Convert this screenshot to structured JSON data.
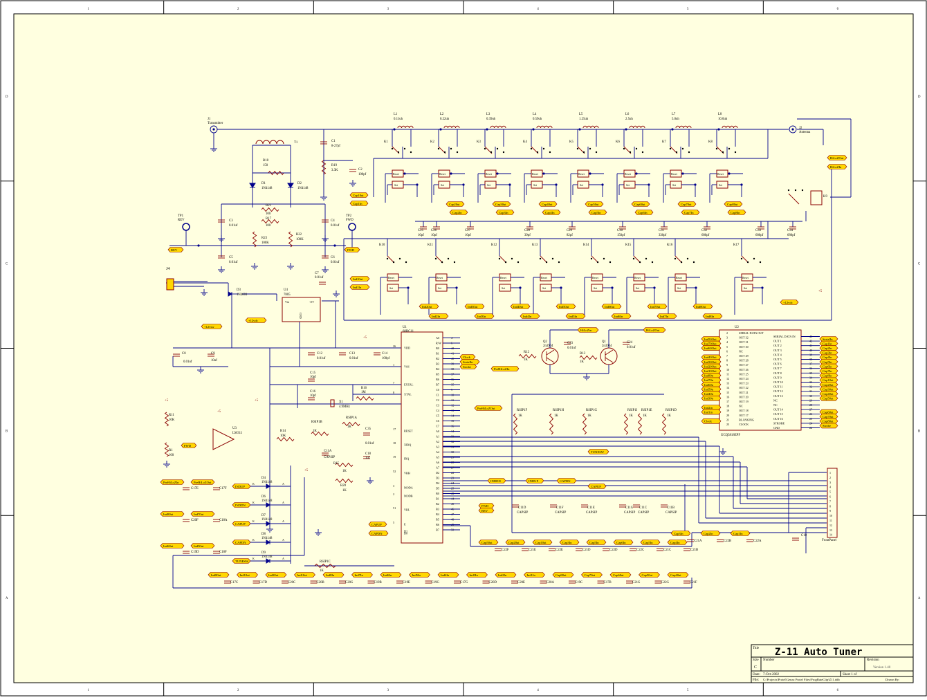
{
  "title_block": {
    "title_label": "Title",
    "title": "Z-11 Auto Tuner",
    "revision_label": "Revision",
    "revision": "Version 1.40",
    "size_label": "Size",
    "size": "C",
    "number_label": "Number",
    "date_label": "Date:",
    "date": "7-Oct-2002",
    "sheet_label": "Sheet 1 of",
    "file_label": "File:",
    "file": "C:\\Projects\\Protel\\Genac Protel Files\\ProgRateClip\\Z11.ddb",
    "drawn_label": "Drawn By:"
  },
  "border": {
    "col_numbers": [
      "1",
      "2",
      "3",
      "4",
      "5",
      "6"
    ],
    "row_letters": [
      "D",
      "C",
      "B",
      "A"
    ]
  },
  "inductors": [
    {
      "ref": "L1",
      "value": "0.11uh"
    },
    {
      "ref": "L2",
      "value": "0.22uh"
    },
    {
      "ref": "L3",
      "value": "0.39uh"
    },
    {
      "ref": "L4",
      "value": "0.59uh"
    },
    {
      "ref": "L5",
      "value": "1.25uh"
    },
    {
      "ref": "L6",
      "value": "2.5uh"
    },
    {
      "ref": "L7",
      "value": "5.0uh"
    },
    {
      "ref": "L8",
      "value": "10.0uh"
    }
  ],
  "relays_top": [
    "K1",
    "K2",
    "K3",
    "K4",
    "K5",
    "K6",
    "K7",
    "K8"
  ],
  "relays_bottom": [
    "K10",
    "K11",
    "K12",
    "K13",
    "K14",
    "K15",
    "K16",
    "K17"
  ],
  "caps_mid": [
    {
      "ref": "C25",
      "value": "10pf"
    },
    {
      "ref": "C26",
      "value": "10pf"
    },
    {
      "ref": "C27",
      "value": "10pf"
    },
    {
      "ref": "C28",
      "value": "39pf"
    },
    {
      "ref": "C29",
      "value": "82pf"
    },
    {
      "ref": "C30",
      "value": "150pf"
    },
    {
      "ref": "C31",
      "value": "330pf"
    },
    {
      "ref": "C32",
      "value": "680pf"
    },
    {
      "ref": "C33",
      "value": "680pf"
    },
    {
      "ref": "C34",
      "value": "680pf"
    }
  ],
  "connectors": {
    "j1": "J1",
    "j1_name": "Transmitter",
    "j2": "J2",
    "j2_name": "Antenna",
    "j4": "J4",
    "tp1": "TP1",
    "tp1_name": "REV",
    "tp2": "TP2",
    "tp2_name": "FWD",
    "j5_name": "FrontPanel"
  },
  "parts": {
    "t1": "T1",
    "c1": "C1",
    "c1_val": "8-27pf",
    "r19": "R19",
    "r19_val": "3.3K",
    "c2": "C2",
    "c2_val": "100pf",
    "r18": "R18",
    "r18_val": "150",
    "d1": "D1",
    "d1_val": "1N4148",
    "d2": "D2",
    "d2_val": "1N4148",
    "r21": "R21",
    "r21_val": "100",
    "r17": "R17",
    "r17_val": "100",
    "c3": "C3",
    "c3_val": "0.01uf",
    "c4": "C4",
    "c4_val": "0.01uf",
    "r23": "R23",
    "r23_val": "100K",
    "r22": "R22",
    "r22_val": "100K",
    "c5": "C5",
    "c5_val": "0.01uf",
    "c6": "C6",
    "c6_val": "0.01uf",
    "c7": "C7",
    "c7_val": "0.01uf",
    "d3": "D3",
    "d3_val": "1N4001",
    "u4": "U4",
    "u4_val": "7805",
    "u4_vin": "Vin",
    "u4_out": "+5V",
    "u4_gnd": "GND",
    "c8": "C8",
    "c8_val": "0.01uf",
    "c9": "C9",
    "c9_val": "10uf",
    "c12": "C12",
    "c12_val": "0.01uf",
    "c13": "C13",
    "c13_val": "0.01uf",
    "c14": "C14",
    "c14_val": "100pf",
    "c15": "C15",
    "c15_val": "10pf",
    "c16": "C16",
    "c16_val": "10pf",
    "x1": "X1",
    "x1_val": "4.9MHz",
    "r16": "R16",
    "r16_val": "1M",
    "u1": "U1",
    "u1_val": "68HC11",
    "u2": "U2",
    "u2_val": "UCQ5818EPF",
    "u3": "U3",
    "u3_val": "LM311",
    "r11": "R11",
    "r11_val": "10K",
    "r1": "R1",
    "r1_val": "100",
    "r14": "R14",
    "r14_val": "10K",
    "q1": "Q1",
    "q1_val": "2n3904",
    "q2": "Q2",
    "q2_val": "2n3904",
    "r12": "R12",
    "r12_val": "1K",
    "r13": "R13",
    "r13_val": "1K",
    "c23": "C23",
    "c23_val": "0.01uf",
    "c24": "C24",
    "c24_val": "0.01uf",
    "r15": "R15",
    "r15_val": "1K",
    "r20": "R20",
    "r20_val": "1K",
    "c18": "C18",
    "c18_val": "1uf",
    "c35": "C35",
    "c35_val": "0.01uf",
    "c10": "C10",
    "k9": "K9"
  },
  "u1_pins_left": [
    {
      "name": "VDD",
      "num": "26"
    },
    {
      "name": "VSS",
      "num": "1"
    },
    {
      "name": "EXTAL",
      "num": "7"
    },
    {
      "name": "XTAL",
      "num": "8"
    },
    {
      "name": "RESET",
      "num": "17"
    },
    {
      "name": "XIRQ",
      "num": "18"
    },
    {
      "name": "IRQ",
      "num": "19"
    },
    {
      "name": "VRH",
      "num": "52"
    },
    {
      "name": "MODA",
      "num": "3"
    },
    {
      "name": "MODB",
      "num": "2"
    },
    {
      "name": "VRL",
      "num": "51"
    },
    {
      "name": "E",
      "num": "5"
    },
    {
      "name": "D0",
      "num": ""
    },
    {
      "name": "D1",
      "num": ""
    }
  ],
  "u1_pins_right": [
    {
      "name": "AS",
      "num": "4"
    },
    {
      "name": "R/W",
      "num": "6"
    },
    {
      "name": "B0",
      "num": "42"
    },
    {
      "name": "B1",
      "num": "41"
    },
    {
      "name": "B2",
      "num": "40"
    },
    {
      "name": "B3",
      "num": "39"
    },
    {
      "name": "B4",
      "num": "38"
    },
    {
      "name": "B5",
      "num": "37"
    },
    {
      "name": "B6",
      "num": "36"
    },
    {
      "name": "B7",
      "num": "35"
    },
    {
      "name": "C0",
      "num": "9"
    },
    {
      "name": "C1",
      "num": "10"
    },
    {
      "name": "C2",
      "num": "11"
    },
    {
      "name": "C3",
      "num": "12"
    },
    {
      "name": "C4",
      "num": "13"
    },
    {
      "name": "C5",
      "num": "14"
    },
    {
      "name": "C6",
      "num": "15"
    },
    {
      "name": "C7",
      "num": "16"
    },
    {
      "name": "A0",
      "num": "34"
    },
    {
      "name": "A1",
      "num": "33"
    },
    {
      "name": "A2",
      "num": "32"
    },
    {
      "name": "A3",
      "num": "31"
    },
    {
      "name": "A4",
      "num": "30"
    },
    {
      "name": "A5",
      "num": "29"
    },
    {
      "name": "A6",
      "num": "28"
    },
    {
      "name": "A7",
      "num": "27"
    },
    {
      "name": "D2",
      "num": "22"
    },
    {
      "name": "D3",
      "num": "23"
    },
    {
      "name": "D4",
      "num": "24"
    },
    {
      "name": "D5",
      "num": "25"
    },
    {
      "name": "B0",
      "num": "43"
    },
    {
      "name": "B1",
      "num": "44"
    },
    {
      "name": "B2",
      "num": "45"
    },
    {
      "name": "B3",
      "num": "46"
    },
    {
      "name": "B4",
      "num": "47"
    },
    {
      "name": "B5",
      "num": "48"
    },
    {
      "name": "B6",
      "num": "49"
    },
    {
      "name": "B7",
      "num": "50"
    }
  ],
  "u2_left_pins": [
    {
      "name": "SERIAL DATA OUT",
      "num": "2"
    },
    {
      "name": "OUT 32",
      "num": "3"
    },
    {
      "name": "OUT 31",
      "num": "4"
    },
    {
      "name": "OUT 30",
      "num": "5"
    },
    {
      "name": "NC",
      "num": "6"
    },
    {
      "name": "OUT 29",
      "num": "7"
    },
    {
      "name": "OUT 28",
      "num": "8"
    },
    {
      "name": "OUT 27",
      "num": "9"
    },
    {
      "name": "OUT 26",
      "num": "10"
    },
    {
      "name": "OUT 25",
      "num": "11"
    },
    {
      "name": "OUT 24",
      "num": "12"
    },
    {
      "name": "OUT 23",
      "num": "13"
    },
    {
      "name": "OUT 22",
      "num": "14"
    },
    {
      "name": "OUT 21",
      "num": "15"
    },
    {
      "name": "OUT 20",
      "num": "16"
    },
    {
      "name": "OUT 19",
      "num": "17"
    },
    {
      "name": "NC",
      "num": "18"
    },
    {
      "name": "OUT 18",
      "num": "19"
    },
    {
      "name": "OUT 17",
      "num": "20"
    },
    {
      "name": "BLANKING",
      "num": "21"
    },
    {
      "name": "CLOCK",
      "num": "23"
    }
  ],
  "u2_right_pins": [
    {
      "name": "SERIAL DATA IN",
      "num": "43"
    },
    {
      "name": "OUT 1",
      "num": "42"
    },
    {
      "name": "OUT 2",
      "num": "41"
    },
    {
      "name": "OUT 3",
      "num": "40"
    },
    {
      "name": "OUT 4",
      "num": "39"
    },
    {
      "name": "OUT 5",
      "num": "38"
    },
    {
      "name": "OUT 6",
      "num": "37"
    },
    {
      "name": "OUT 7",
      "num": "36"
    },
    {
      "name": "OUT 8",
      "num": "35"
    },
    {
      "name": "OUT 9",
      "num": "34"
    },
    {
      "name": "OUT 10",
      "num": "33"
    },
    {
      "name": "OUT 11",
      "num": "32"
    },
    {
      "name": "OUT 12",
      "num": "31"
    },
    {
      "name": "OUT 13",
      "num": "30"
    },
    {
      "name": "NC",
      "num": "29"
    },
    {
      "name": "NC",
      "num": "28"
    },
    {
      "name": "OUT 14",
      "num": "27"
    },
    {
      "name": "OUT 15",
      "num": "26"
    },
    {
      "name": "OUT 16",
      "num": "25"
    },
    {
      "name": "STROBE",
      "num": "24"
    },
    {
      "name": "GND",
      "num": "22"
    }
  ],
  "u2_left_nets": [
    "Ind50Out",
    "Ind70Out",
    "Ind60Out",
    "",
    "Ind40Out",
    "Ind30Out",
    "Ind20Out",
    "Ind10Out",
    "Ind80n",
    "Ind70n",
    "Ind60n",
    "Ind50n",
    "Ind40n",
    "Ind30n",
    "",
    "Ind2in",
    "Ind1in",
    "",
    "Clock"
  ],
  "u2_right_nets": [
    "SerialIn",
    "Cap1In",
    "Cap2In",
    "Cap3In",
    "Cap4In",
    "Cap5In",
    "Cap6In",
    "Cap7In",
    "Cap8In",
    "Cap10ut",
    "Cap20ut",
    "Cap30ut",
    "Cap40ut",
    "Cap50ut",
    "",
    "",
    "Cap60ut",
    "Cap70ut",
    "Cap80ut",
    "Strobe"
  ],
  "relay_terms": {
    "reset": "Reset",
    "set": "Set"
  },
  "net_labels_top": [
    "Cap10ut",
    "Cap1In",
    "Cap20ut",
    "Cap2In",
    "Cap30ut",
    "Cap3In",
    "Cap40ut",
    "Cap4In",
    "Cap50ut",
    "Cap5In",
    "Cap60ut",
    "Cap6In",
    "Cap70ut",
    "Cap7In",
    "Cap80ut",
    "Cap8In"
  ],
  "net_labels_bottom_a": [
    "Ind10ut",
    "Ind1In",
    "Ind20ut",
    "Ind2In",
    "Ind30ut",
    "Ind3In",
    "Ind40ut",
    "Ind4In",
    "Ind50ut",
    "Ind5In",
    "Ind60ut",
    "Ind6In",
    "Ind70ut",
    "Ind7In",
    "Ind80ut",
    "Ind8In"
  ],
  "hilo": [
    "HiLoZOut",
    "HiLoZIn"
  ],
  "misc_nets": {
    "rev": "REV",
    "fwd": "FWD",
    "plus12": "+12vdc",
    "plus12b": "+12vsw",
    "plus5": "+5",
    "clock": "Clock",
    "serialin": "SerialIn",
    "strobe": "Strobe",
    "prehilo": "PreHiLoZIn",
    "prehilo2": "PreHiLoZOut",
    "indup": "INDUP",
    "inddn": "INDDN",
    "capup": "CAPUP",
    "capdn": "CAPDN",
    "tunesw": "TUNESW",
    "hilozin": "HiLoZin",
    "hilozout": "HiLoZOut"
  },
  "rsip_caps": [
    {
      "ref": "C11D",
      "val": "CAPSIP"
    },
    {
      "ref": "C11F",
      "val": "CAPSIP"
    },
    {
      "ref": "C11E",
      "val": "CAPSIP"
    },
    {
      "ref": "C11G",
      "val": "CAPSIP"
    },
    {
      "ref": "C11C",
      "val": "CAPSIP"
    },
    {
      "ref": "C11B",
      "val": "CAPSIP"
    }
  ],
  "rsip_res": [
    {
      "ref": "RSIP1F",
      "val": "1K"
    },
    {
      "ref": "RSIP1H",
      "val": "1K"
    },
    {
      "ref": "RSIP1G",
      "val": "1K"
    },
    {
      "ref": "RSIP1I",
      "val": "1K"
    },
    {
      "ref": "RSIP1E",
      "val": "1K"
    },
    {
      "ref": "RSIP1D",
      "val": "1K"
    }
  ],
  "switch_diodes": [
    {
      "ref": "D4",
      "val": "1N4148",
      "net": "INDUP"
    },
    {
      "ref": "D6",
      "val": "1N4148",
      "net": "INDDN"
    },
    {
      "ref": "D7",
      "val": "1N4148",
      "net": "CAPUP"
    },
    {
      "ref": "D8",
      "val": "1N4148",
      "net": "CAPDN"
    },
    {
      "ref": "D9",
      "val": "1N4148",
      "net": "TUNESW"
    }
  ],
  "bottom_row1": [
    {
      "net": "Cap50ut",
      "ref": "C22F"
    },
    {
      "net": "Cap20ut",
      "ref": "C21E"
    },
    {
      "net": "Cap10ut",
      "ref": "C22E"
    },
    {
      "net": "Cap3In",
      "ref": "C21D"
    },
    {
      "net": "Cap5In",
      "ref": "C22D"
    },
    {
      "net": "Cap6In",
      "ref": "C22C"
    },
    {
      "net": "Cap5In",
      "ref": "C21C"
    },
    {
      "net": "Cap4In",
      "ref": "C21B"
    },
    {
      "net": "Cap3In",
      "ref": "C21A"
    },
    {
      "net": "Cap2In",
      "ref": "C22B"
    },
    {
      "net": "Cap1In",
      "ref": "C22A"
    }
  ],
  "bottom_row2": [
    {
      "net": "Ind80ut",
      "ref": "C17C"
    },
    {
      "net": "Ind10ut",
      "ref": "C17D"
    },
    {
      "net": "Ind20ut",
      "ref": "C20C"
    },
    {
      "net": "Ind10ut",
      "ref": "C20B"
    },
    {
      "net": "Ind8In",
      "ref": "C20G"
    },
    {
      "net": "Ind7In",
      "ref": "C19B"
    },
    {
      "net": "Ind6In",
      "ref": "C19E"
    },
    {
      "net": "Ind5In",
      "ref": "C19G"
    },
    {
      "net": "Ind4In",
      "ref": "C17G"
    },
    {
      "net": "Ind3In",
      "ref": "C20D"
    },
    {
      "net": "Ind2In",
      "ref": "C20E"
    },
    {
      "net": "Ind1In",
      "ref": "C20A"
    },
    {
      "net": "Cap80ut",
      "ref": "C19C"
    },
    {
      "net": "Cap70ut",
      "ref": "C17B"
    },
    {
      "net": "Cap60ut",
      "ref": "C21G"
    },
    {
      "net": "Cap50ut",
      "ref": "C22G"
    },
    {
      "net": "Cap40ut",
      "ref": "C21F"
    }
  ],
  "left_caps": [
    {
      "net1": "PreHiLoZIn",
      "net2": "PreHiLoZOut",
      "r1": "C17E",
      "r2": "C17F"
    },
    {
      "net1": "Ind80ut",
      "net2": "Ind70ut",
      "r1": "C20F",
      "r2": "C18A"
    },
    {
      "net1": "Ind60ut",
      "net2": "Ind50ut",
      "r1": "C19D",
      "r2": "C18F"
    }
  ],
  "j5_pins": [
    "1",
    "2",
    "3",
    "4",
    "5",
    "6",
    "7",
    "8",
    "9",
    "10",
    "11",
    "12",
    "13",
    "14"
  ]
}
